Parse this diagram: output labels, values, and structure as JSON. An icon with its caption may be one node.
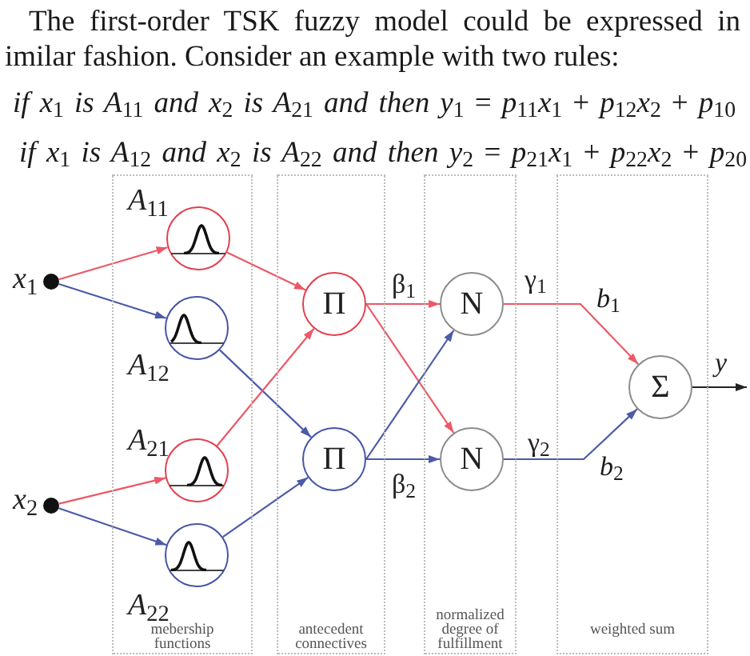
{
  "diagram": {
    "nodes": [
      {
        "text": [],
        "shape": "circle",
        "beside": [
          "*x*$_{1}$"
        ]
      },
      {
        "text": [],
        "shape": "circle",
        "beside": [
          "*x*$_{2}$"
        ]
      },
      {
        "text": [
          "mebership functions"
        ]
      },
      {
        "text": [],
        "shape": "circle",
        "beside": [
          "*A*$_{11}$"
        ],
        "in": 2
      },
      {
        "text": [],
        "shape": "circle",
        "beside": [
          "*A*$_{12}$"
        ],
        "in": 2
      },
      {
        "text": [],
        "shape": "circle",
        "beside": [
          "*A*$_{21}$"
        ],
        "in": 2
      },
      {
        "text": [],
        "shape": "circle",
        "beside": [
          "*A*$_{22}$"
        ],
        "in": 2
      },
      {
        "text": [
          "antecedent connectives"
        ]
      },
      {
        "text": [
          "Π"
        ],
        "in": 7
      },
      {
        "text": [
          "Π"
        ],
        "in": 7
      },
      {
        "text": [
          "normalized degree of fulfillment"
        ]
      },
      {
        "text": [
          "N"
        ],
        "in": 10
      },
      {
        "text": [
          "N"
        ],
        "in": 10
      },
      {
        "text": [
          "weighted sum"
        ]
      },
      {
        "text": [
          "Σ"
        ],
        "in": 13
      }
    ],
    "edges": [
      {
        "from": 0,
        "to": 3,
        "arrow": "to",
        "color": "#ec5866"
      },
      {
        "from": 0,
        "to": 4,
        "arrow": "to",
        "color": "#4c5aa8"
      },
      {
        "from": 1,
        "to": 5,
        "arrow": "to",
        "color": "#ec5866"
      },
      {
        "from": 1,
        "to": 6,
        "arrow": "to",
        "color": "#4c5aa8"
      },
      {
        "from": 3,
        "to": 8,
        "arrow": "to",
        "color": "#ec5866"
      },
      {
        "from": 4,
        "to": 9,
        "arrow": "to",
        "color": "#4c5aa8"
      },
      {
        "from": 5,
        "to": 8,
        "arrow": "to",
        "color": "#ec5866"
      },
      {
        "from": 6,
        "to": 9,
        "arrow": "to",
        "color": "#4c5aa8"
      },
      {
        "from": 8,
        "to": 11,
        "arrow": "to",
        "label": "β$_{1}$",
        "color": "#ec5866"
      },
      {
        "from": 8,
        "to": 12,
        "arrow": "to",
        "color": "#ec5866"
      },
      {
        "from": 9,
        "to": 11,
        "arrow": "to",
        "color": "#4c5aa8"
      },
      {
        "from": 9,
        "to": 12,
        "arrow": "to",
        "label": "β$_{2}$",
        "color": "#4c5aa8"
      },
      {
        "from": 11,
        "to": 14,
        "arrow": "to",
        "label": "γ$_{1}$",
        "color": "#ec5866"
      },
      {
        "from": 12,
        "to": 14,
        "arrow": "to",
        "label": "γ$_{2}$",
        "color": "#4c5aa8"
      },
      {
        "from": 14,
        "to": null,
        "arrow": "to",
        "label": "y",
        "color": "#222222"
      }
    ],
    "labels": [
      "The first-order TSK fuzzy model could be expressed in imilar fashion. Consider an example with two rules:",
      "*if x*$_{1}$ *is A*$_{11}$ *and x*$_{2}$ *is A*$_{21}$ *and then y*$_{1}$ = *p*$_{11}$*x*$_{1}$ + *p*$_{12}$*x*$_{2}$ + *p*$_{10}$",
      "*if x*$_{1}$ *is A*$_{12}$ *and x*$_{2}$ *is A*$_{22}$ *and then y*$_{2}$ = *p*$_{21}$*x*$_{1}$ + *p*$_{22}$*x*$_{2}$ + *p*$_{20}$",
      "*b*$_{1}$",
      "*b*$_{2}$"
    ]
  }
}
